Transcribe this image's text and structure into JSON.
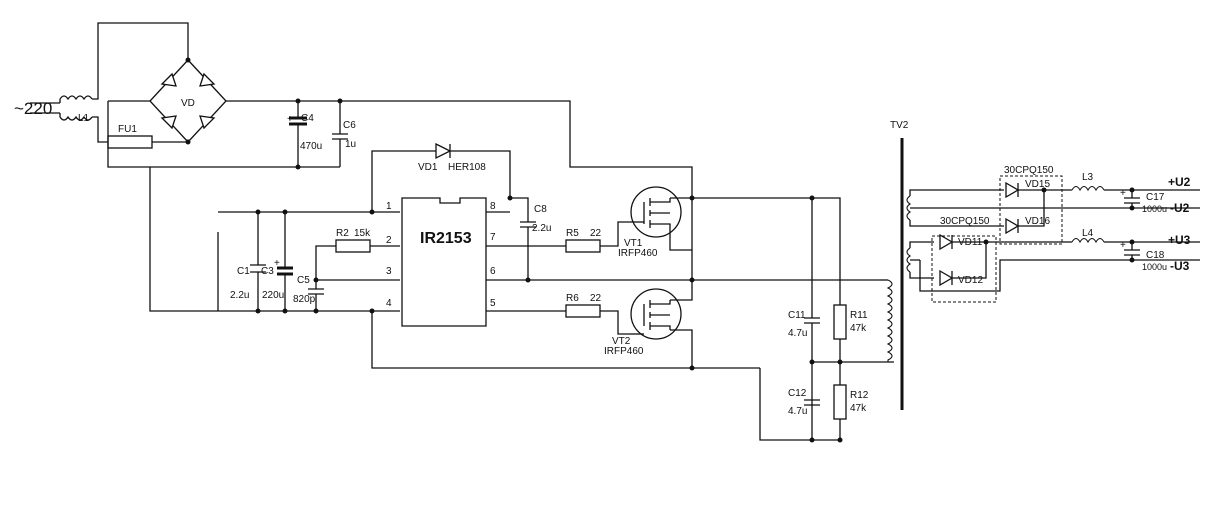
{
  "mains": {
    "input": "~220",
    "transformer": "L1",
    "fuse": "FU1",
    "bridge": "VD"
  },
  "capacitors": {
    "c4": {
      "name": "C4",
      "value": "470u"
    },
    "c6": {
      "name": "C6",
      "value": "1u"
    },
    "c1": {
      "name": "C1",
      "value": "2.2u"
    },
    "c3": {
      "name": "C3",
      "value": "220u"
    },
    "c5": {
      "name": "C5",
      "value": "820p"
    },
    "c8": {
      "name": "C8",
      "value": "2.2u"
    },
    "c11": {
      "name": "C11",
      "value": "4.7u"
    },
    "c12": {
      "name": "C12",
      "value": "4.7u"
    },
    "c17": {
      "name": "C17",
      "value": "1000u"
    },
    "c18": {
      "name": "C18",
      "value": "1000u"
    }
  },
  "resistors": {
    "r2": {
      "name": "R2",
      "value": "15k"
    },
    "r5": {
      "name": "R5",
      "value": "22"
    },
    "r6": {
      "name": "R6",
      "value": "22"
    },
    "r11": {
      "name": "R11",
      "value": "47k"
    },
    "r12": {
      "name": "R12",
      "value": "47k"
    }
  },
  "diodes": {
    "vd1": {
      "name": "VD1",
      "value": "HER108"
    }
  },
  "ic": {
    "name": "IR2153",
    "pins": [
      "1",
      "2",
      "3",
      "4",
      "5",
      "6",
      "7",
      "8"
    ]
  },
  "transistors": {
    "vt1": {
      "name": "VT1",
      "type": "IRFP460"
    },
    "vt2": {
      "name": "VT2",
      "type": "IRFP460"
    }
  },
  "transformer": {
    "name": "TV2"
  },
  "rectifiers": {
    "upper": {
      "type": "30CPQ150",
      "d1": "VD15",
      "d2": "VD16"
    },
    "lower": {
      "type": "30CPQ150",
      "d1": "VD11",
      "d2": "VD12"
    }
  },
  "chokes": {
    "l3": "L3",
    "l4": "L4"
  },
  "outputs": {
    "pos_u2": "+U2",
    "neg_u2": "-U2",
    "pos_u3": "+U3",
    "neg_u3": "-U3"
  },
  "polarity": {
    "plus": "+"
  }
}
